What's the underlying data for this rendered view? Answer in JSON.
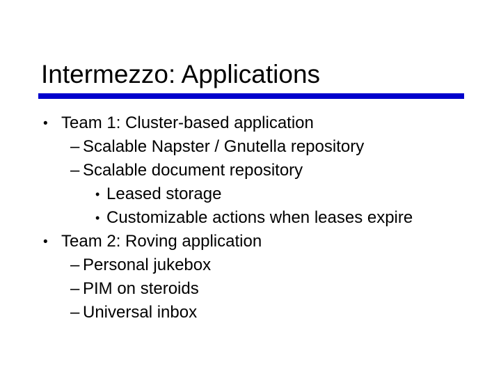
{
  "slide": {
    "title": "Intermezzo: Applications",
    "accent_color": "#0000cc",
    "text_color": "#000000",
    "background_color": "#ffffff",
    "bullets": [
      {
        "level": 1,
        "marker": "•",
        "text": "Team 1: Cluster-based application"
      },
      {
        "level": 2,
        "marker": "–",
        "text": "Scalable Napster / Gnutella repository"
      },
      {
        "level": 2,
        "marker": "–",
        "text": "Scalable document repository"
      },
      {
        "level": 3,
        "marker": "•",
        "text": "Leased storage"
      },
      {
        "level": 3,
        "marker": "•",
        "text": "Customizable actions when leases expire"
      },
      {
        "level": 1,
        "marker": "•",
        "text": "Team 2: Roving application"
      },
      {
        "level": 2,
        "marker": "–",
        "text": "Personal jukebox"
      },
      {
        "level": 2,
        "marker": "–",
        "text": "PIM on steroids"
      },
      {
        "level": 2,
        "marker": "–",
        "text": "Universal inbox"
      }
    ]
  }
}
